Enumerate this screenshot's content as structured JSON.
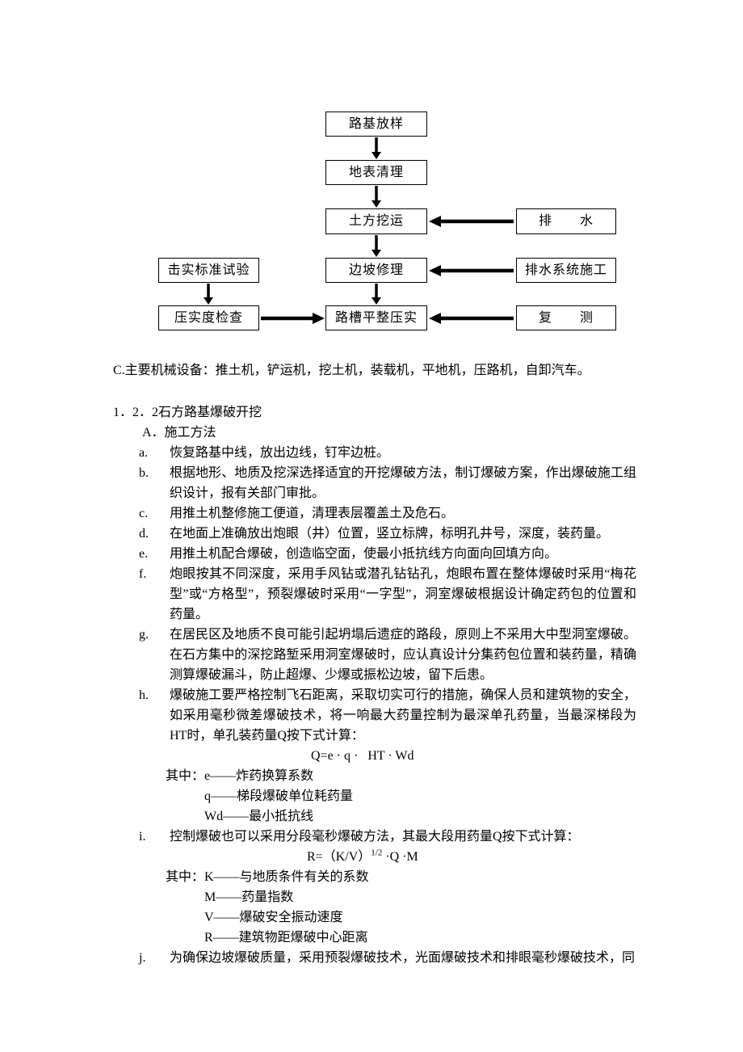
{
  "flowchart": {
    "center_boxes": [
      "路基放样",
      "地表清理",
      "土方挖运",
      "边坡修理",
      "路槽平整压实"
    ],
    "left_boxes": [
      "击实标准试验",
      "压实度检查"
    ],
    "right_boxes": [
      "排　　水",
      "排水系统施工",
      "复　　测"
    ]
  },
  "body": {
    "equipment_line": "C.主要机械设备：推土机，铲运机，挖土机，装载机，平地机，压路机，自卸汽车。",
    "section_heading": "1．2．2石方路基爆破开挖",
    "method_heading": "A．施工方法",
    "items": [
      {
        "label": "a.",
        "text": "恢复路基中线，放出边线，钉牢边桩。"
      },
      {
        "label": "b.",
        "text": "根据地形、地质及挖深选择适宜的开挖爆破方法，制订爆破方案，作出爆破施工组织设计，报有关部门审批。"
      },
      {
        "label": "c.",
        "text": "用推土机整修施工便道，清理表层覆盖土及危石。"
      },
      {
        "label": "d.",
        "text": "在地面上准确放出炮眼（井）位置，竖立标牌，标明孔井号，深度，装药量。"
      },
      {
        "label": "e.",
        "text": "用推土机配合爆破，创造临空面，使最小抵抗线方向面向回填方向。"
      },
      {
        "label": "f.",
        "text": "炮眼按其不同深度，采用手风钻或潜孔钻钻孔，炮眼布置在整体爆破时采用“梅花型”或“方格型”，预裂爆破时采用“一字型”，洞室爆破根据设计确定药包的位置和药量。"
      },
      {
        "label": "g.",
        "text": "在居民区及地质不良可能引起坍塌后遗症的路段，原则上不采用大中型洞室爆破。在石方集中的深挖路堑采用洞室爆破时，应认真设计分集药包位置和装药量，精确测算爆破漏斗，防止超爆、少爆或振松边坡，留下后患。"
      },
      {
        "label": "h.",
        "text": "爆破施工要严格控制飞石距离，采取切实可行的措施，确保人员和建筑物的安全，如采用毫秒微差爆破技术，将一响最大药量控制为最深单孔药量，当最深梯段为HT时，单孔装药量Q按下式计算："
      }
    ],
    "formula_q": "Q=e · q ·   HT · Wd",
    "formula_q_notes": [
      "其中：e——炸药换算系数",
      "q——梯段爆破单位耗药量",
      "Wd——最小抵抗线"
    ],
    "item_i": {
      "label": "i.",
      "text": "控制爆破也可以采用分段毫秒爆破方法，其最大段用药量Q按下式计算："
    },
    "formula_r": {
      "prefix": "R=（K/V）",
      "sup": "1/2",
      "suffix": " ·Q ·M"
    },
    "formula_r_notes": [
      "其中：K——与地质条件有关的系数",
      "M——药量指数",
      "V——爆破安全振动速度",
      "R——建筑物距爆破中心距离"
    ],
    "item_j": {
      "label": "j.",
      "text": "为确保边坡爆破质量，采用预裂爆破技术，光面爆破技术和排眼毫秒爆破技术，同"
    }
  }
}
